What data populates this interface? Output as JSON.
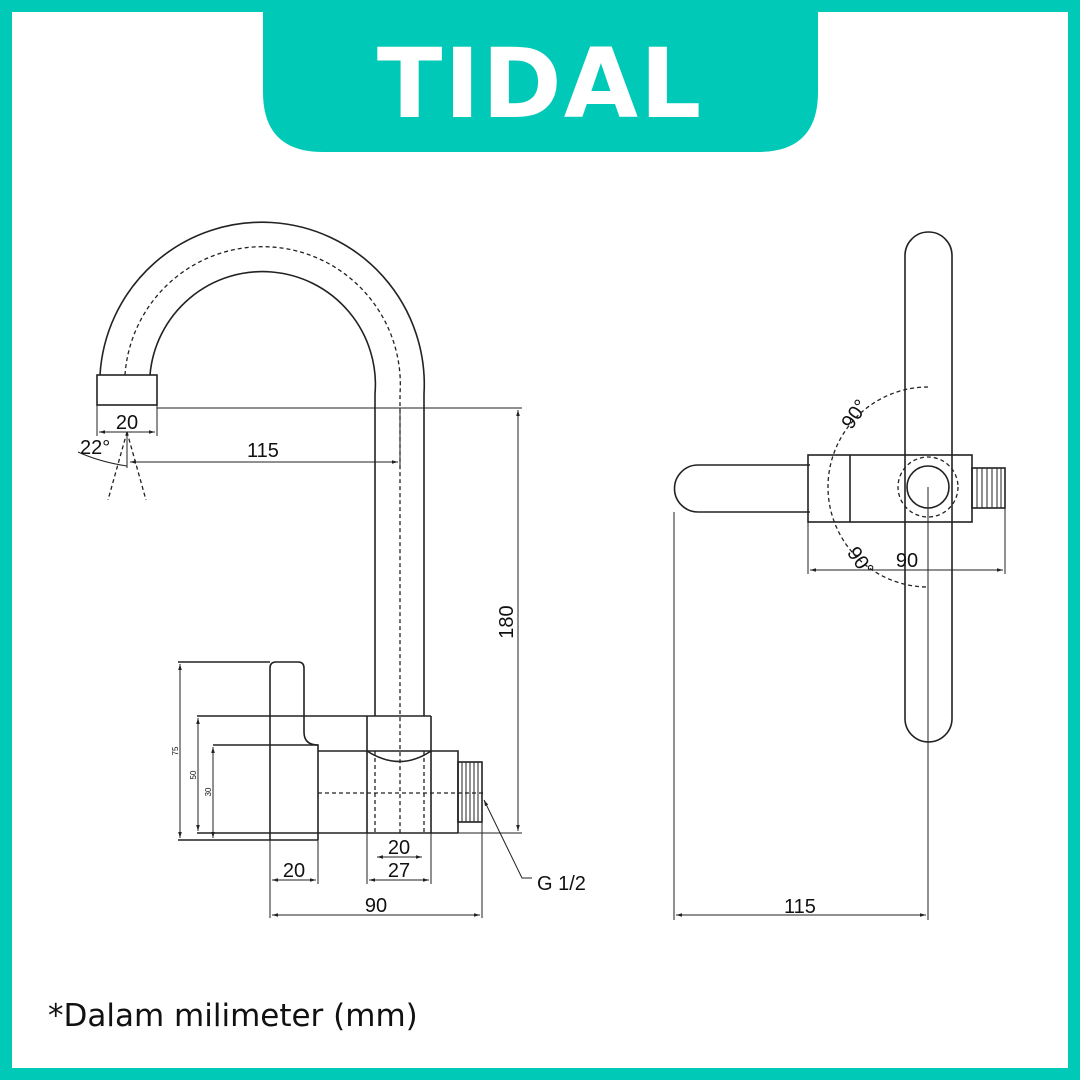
{
  "brand": {
    "name": "TIDAL",
    "color": "#00C9B7"
  },
  "side_view": {
    "spout_width": "20",
    "angle": "22°",
    "reach": "115",
    "height": "180",
    "body_heights": [
      "75",
      "50",
      "30"
    ],
    "handle_width": "20",
    "tube_inner": "20",
    "collar_width": "27",
    "body_length": "90",
    "thread": "G 1/2"
  },
  "top_view": {
    "rotation_upper": "90°",
    "rotation_lower": "90°",
    "body_length": "90",
    "reach": "115"
  },
  "footnote": "*Dalam milimeter (mm)"
}
